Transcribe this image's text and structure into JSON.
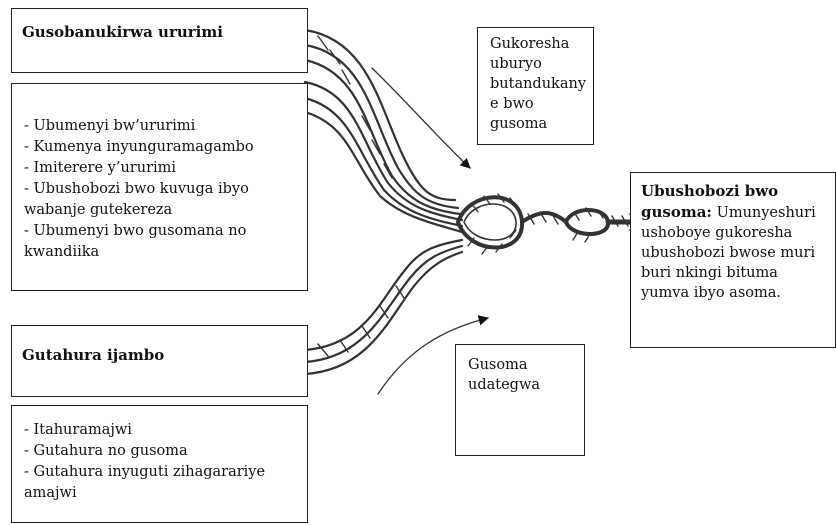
{
  "boxes": {
    "top_title": "Gusobanukirwa ururimi",
    "top_items": [
      "- Ubumenyi bw’ururimi",
      "- Kumenya inyunguramagambo",
      "- Imiterere y’ururimi",
      "- Ubushobozi bwo kuvuga ibyo wabanje gutekereza",
      "- Ubumenyi bwo gusomana no kwandiika"
    ],
    "bottom_title": "Gutahura ijambo",
    "bottom_items": [
      "- Itahuramajwi",
      "- Gutahura no gusoma",
      "- Gutahura inyuguti zihagarariye amajwi"
    ],
    "strategy": "Gukoresha uburyo butandukany e bwo gusoma",
    "fluency": "Gusoma udategwa",
    "result_title": "Ubushobozi bwo gusoma:",
    "result_text": "Umunyeshuri ushoboye gukoresha ubushobozi bwose muri buri nkingi bituma yumva ibyo asoma."
  }
}
